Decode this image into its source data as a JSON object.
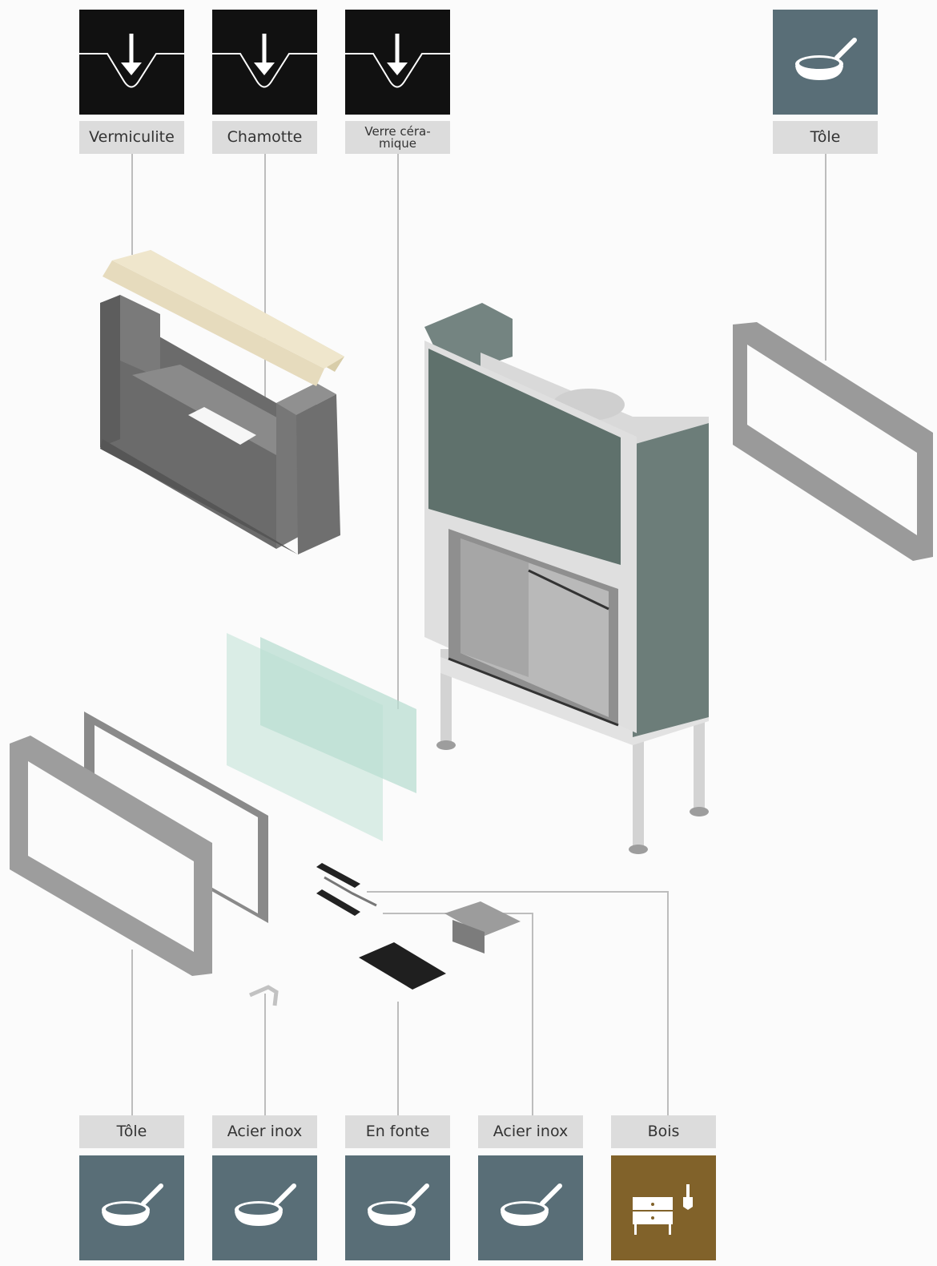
{
  "top_labels": {
    "vermiculite": "Vermiculite",
    "chamotte": "Chamotte",
    "verre": "Verre céra-\nmique",
    "tole_right": "Tôle"
  },
  "bottom_labels": {
    "tole": "Tôle",
    "acier_inox_1": "Acier inox",
    "en_fonte": "En fonte",
    "acier_inox_2": "Acier inox",
    "bois": "Bois"
  },
  "icons": {
    "absorb": "absorb-arrow-icon",
    "pan": "frying-pan-icon",
    "furniture": "furniture-brush-icon"
  },
  "colors": {
    "black_tile": "#111111",
    "slate_tile": "#596e77",
    "brown_tile": "#81622a",
    "label_bg": "#dcdcdc",
    "leader": "#bdbdbd"
  }
}
